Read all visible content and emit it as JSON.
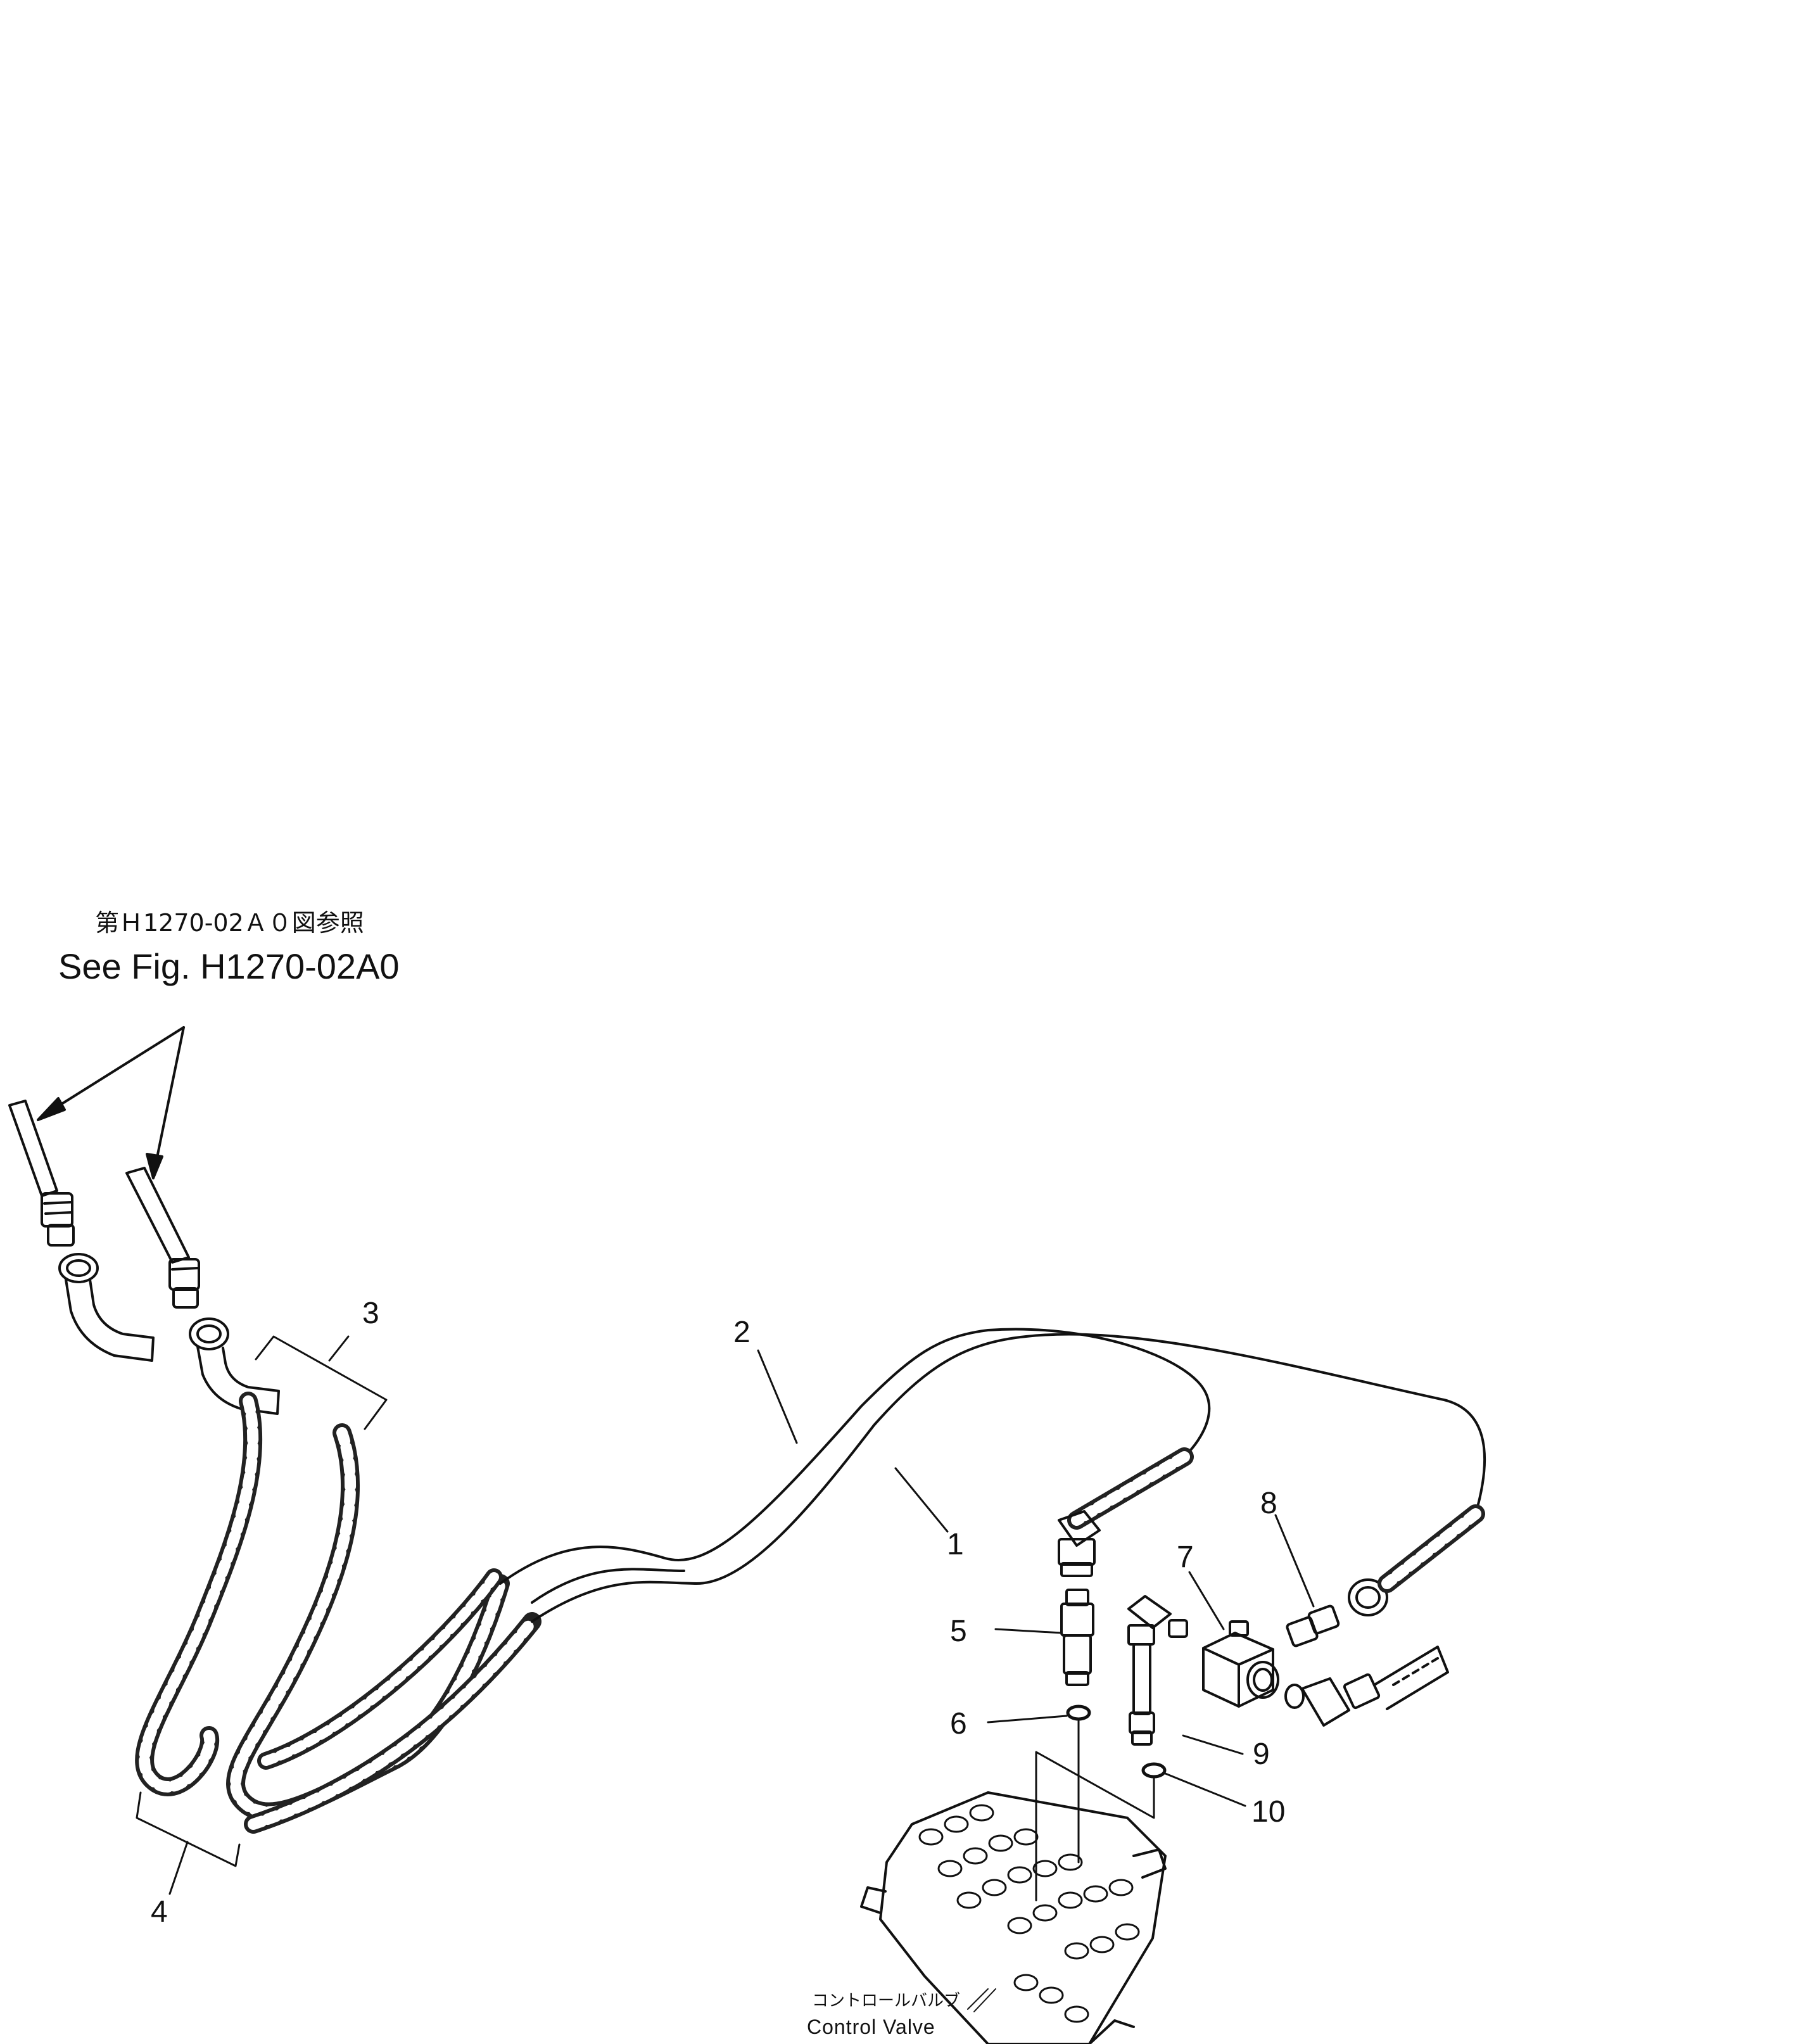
{
  "reference": {
    "jp": "第Ｈ1270-02Ａ０図参照",
    "en": "See Fig. H1270-02A0"
  },
  "callouts": [
    "1",
    "2",
    "3",
    "4",
    "5",
    "6",
    "7",
    "8",
    "9",
    "10"
  ],
  "component_label": {
    "jp": "コントロールバルブ",
    "en": "Control  Valve"
  },
  "colors": {
    "ink": "#111111",
    "background": "#ffffff"
  }
}
